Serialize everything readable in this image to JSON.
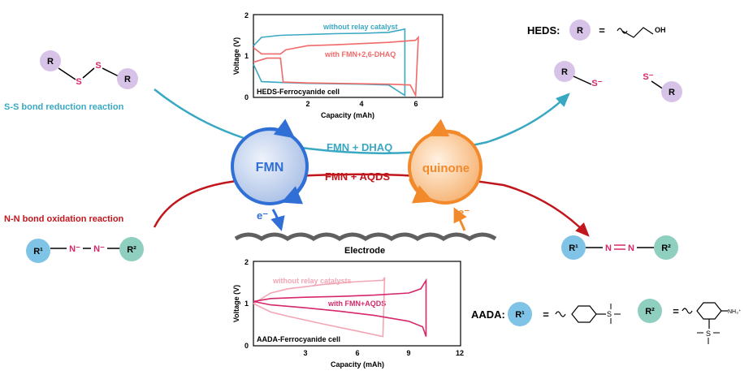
{
  "colors": {
    "cyan": "#39a8c2",
    "red": "#c0161c",
    "pink": "#d6286b",
    "salmon": "#f06a6a",
    "lightpink": "#f3a5b4",
    "fmn_blue": "#2f6fd6",
    "quinone_orange": "#f28a2c",
    "r_purple": "#d8c3e8",
    "r1_blue": "#7fc4e6",
    "r2_green": "#8fcfc0"
  },
  "labels": {
    "ss_reaction": "S-S bond reduction reaction",
    "nn_reaction": "N-N bond oxidation reaction",
    "fmn": "FMN",
    "quinone": "quinone",
    "fmn_dhaq": "FMN + DHAQ",
    "fmn_aqds": "FMN + AQDS",
    "electron": "e⁻",
    "electrode": "Electrode",
    "heds": "HEDS:",
    "aada": "AADA:",
    "R": "R",
    "R1": "R¹",
    "R2": "R²",
    "S": "S",
    "S_minus": "S⁻",
    "N": "N",
    "N_minus": "N⁻",
    "OH": "OH",
    "NH3": "NH₃⁺",
    "equals": "="
  },
  "chart_data": [
    {
      "type": "line",
      "title": "HEDS-Ferrocyanide cell",
      "xlabel": "Capacity (mAh)",
      "ylabel": "Voltage (V)",
      "xlim": [
        0,
        7
      ],
      "ylim": [
        0,
        2
      ],
      "xticks": [
        "2",
        "4",
        "6"
      ],
      "yticks": [
        "0",
        "1",
        "2"
      ],
      "series": [
        {
          "name": "without relay catalyst",
          "color": "#39a8c2",
          "x": [
            0,
            0.3,
            1,
            2,
            3,
            4,
            5,
            5.6,
            5.6,
            5.0,
            4,
            3,
            2,
            1,
            0.3,
            0
          ],
          "y": [
            1.25,
            1.45,
            1.5,
            1.52,
            1.54,
            1.55,
            1.57,
            1.65,
            0.05,
            0.3,
            0.32,
            0.33,
            0.34,
            0.36,
            0.38,
            0.8
          ]
        },
        {
          "name": "with FMN+2,6-DHAQ",
          "color": "#f06a6a",
          "x": [
            0,
            0.3,
            1,
            1.2,
            2,
            3,
            4,
            5,
            6,
            6.1,
            6.0,
            5.8,
            5,
            4,
            3,
            2,
            1.1,
            1.0,
            0.5,
            0
          ],
          "y": [
            1.2,
            1.05,
            1.05,
            1.15,
            1.25,
            1.27,
            1.3,
            1.33,
            1.38,
            1.45,
            0.05,
            0.3,
            0.32,
            0.33,
            0.34,
            0.35,
            0.37,
            0.95,
            0.95,
            0.85
          ]
        }
      ]
    },
    {
      "type": "line",
      "title": "AADA-Ferrocyanide cell",
      "xlabel": "Capacity (mAh)",
      "ylabel": "Voltage (V)",
      "xlim": [
        0,
        12
      ],
      "ylim": [
        0,
        2
      ],
      "xticks": [
        "3",
        "6",
        "9",
        "12"
      ],
      "yticks": [
        "0",
        "1",
        "2"
      ],
      "series": [
        {
          "name": "without relay catalysts",
          "color": "#f3a5b4",
          "x": [
            0,
            1,
            2,
            4,
            6,
            7.5,
            7.6,
            7.5,
            6,
            4,
            2,
            1,
            0
          ],
          "y": [
            1.0,
            1.25,
            1.35,
            1.45,
            1.52,
            1.55,
            1.62,
            0.22,
            0.35,
            0.52,
            0.7,
            0.8,
            1.0
          ]
        },
        {
          "name": "with FMN+AQDS",
          "color": "#d6286b",
          "x": [
            0,
            1,
            3,
            5,
            7,
            9,
            9.7,
            10.0,
            10.0,
            9.8,
            9,
            7,
            5,
            3,
            1,
            0
          ],
          "y": [
            1.05,
            1.12,
            1.15,
            1.17,
            1.2,
            1.25,
            1.35,
            1.55,
            0.22,
            0.45,
            0.58,
            0.72,
            0.82,
            0.9,
            0.97,
            1.05
          ]
        }
      ]
    }
  ]
}
